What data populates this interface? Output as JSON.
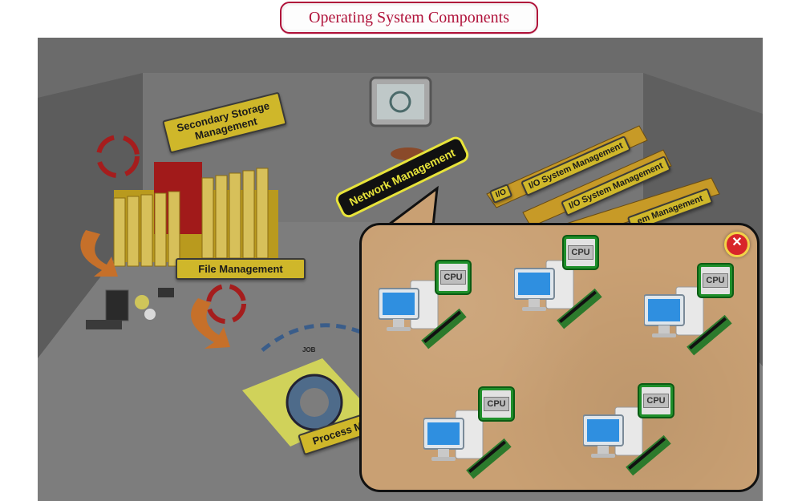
{
  "header": {
    "title": "Operating System Components"
  },
  "labels": {
    "secondary_storage": "Secondary Storage Management",
    "file_management": "File Management",
    "process_management": "Process M",
    "job": "JOB",
    "io_1": "I/O System Management",
    "io_2": "I/O System Management",
    "io_3": "em Management",
    "io_short": "I/O",
    "network": "Network Management"
  },
  "popup": {
    "close_icon": "close-icon",
    "computers": [
      {
        "cpu_label": "CPU"
      },
      {
        "cpu_label": "CPU"
      },
      {
        "cpu_label": "CPU"
      },
      {
        "cpu_label": "CPU"
      },
      {
        "cpu_label": "CPU"
      }
    ]
  },
  "colors": {
    "title_accent": "#b0123a",
    "tag_yellow": "#cfb72a",
    "network_tag_bg": "#111111",
    "network_tag_text": "#e8e43a",
    "popup_bg": "#c9a073"
  }
}
